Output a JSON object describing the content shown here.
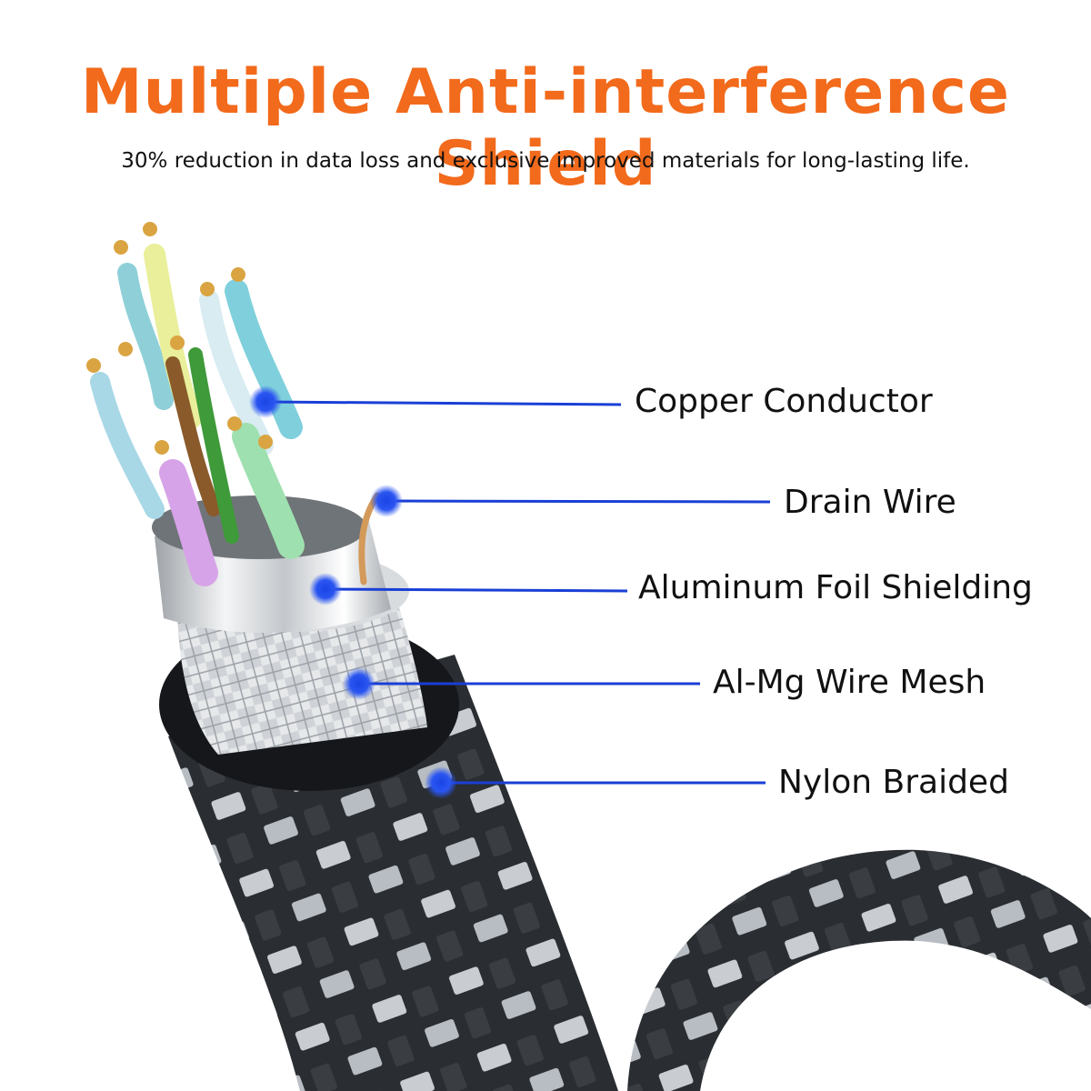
{
  "header": {
    "title": "Multiple Anti-interference Shield",
    "subtitle": "30% reduction in data loss and exclusive improved materials for long-lasting life."
  },
  "callouts": [
    {
      "label": "Copper Conductor"
    },
    {
      "label": "Drain Wire"
    },
    {
      "label": "Aluminum Foil Shielding"
    },
    {
      "label": "Al-Mg Wire Mesh"
    },
    {
      "label": "Nylon Braided"
    }
  ],
  "colors": {
    "title": "#f26a1b",
    "callout_line": "#1a3fd6",
    "callout_dot": "#1a45e6",
    "braid_dark": "#2a2d31",
    "braid_light": "#c9cdd2"
  }
}
